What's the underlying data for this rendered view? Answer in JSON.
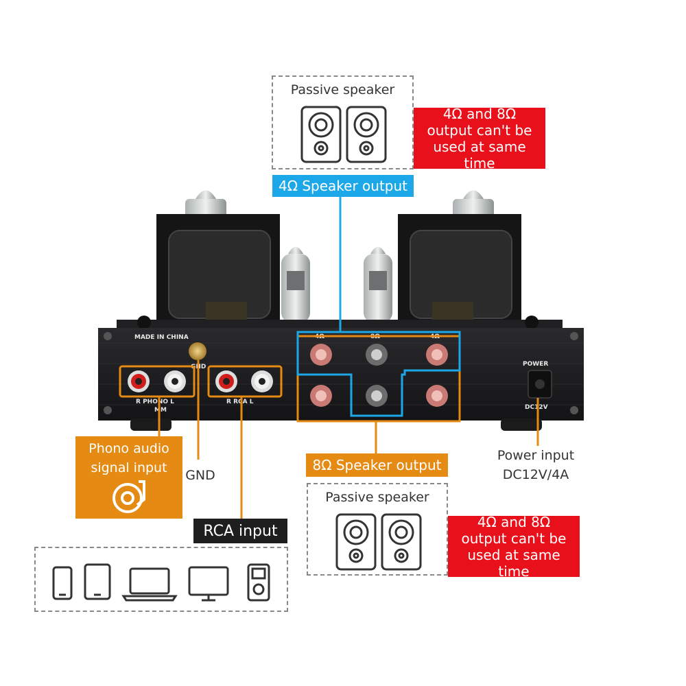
{
  "top_speaker_box": {
    "label": "Passive speaker"
  },
  "top_warning": {
    "text": "4Ω and 8Ω output can't be used at same time"
  },
  "speaker_4ohm_label": "4Ω Speaker output",
  "speaker_8ohm_label": "8Ω Speaker output",
  "bottom_speaker_box": {
    "label": "Passive speaker"
  },
  "bottom_warning": {
    "text": "4Ω and 8Ω output can't be used at same time"
  },
  "phono_label": "Phono audio signal input",
  "gnd_label": "GND",
  "rca_label": "RCA input",
  "power_label": {
    "line1": "Power input",
    "line2": "DC12V/4A"
  },
  "panel_text": {
    "made_in": "MADE IN CHINA",
    "gnd": "GND",
    "phono": "R PHONO L",
    "mm": "MM",
    "rca": "R RCA L",
    "power": "POWER",
    "dc": "DC12V",
    "ohm4_left": "4Ω",
    "ohm4_right": "4Ω",
    "ohm8": "8Ω"
  },
  "devices": [
    "smartphone-icon",
    "tablet-icon",
    "laptop-icon",
    "monitor-icon",
    "music-player-icon"
  ],
  "colors": {
    "blue": "#1ca8e8",
    "orange": "#e58a13",
    "red": "#e8101a",
    "black": "#1e1e1e"
  }
}
